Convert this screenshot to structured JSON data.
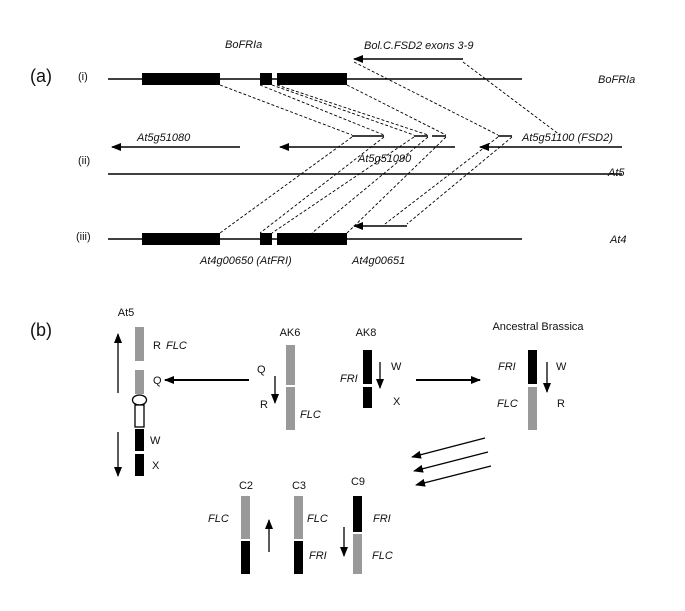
{
  "panel_a": {
    "label": "(a)",
    "row_i": "(i)",
    "row_ii": "(ii)",
    "row_iii": "(iii)",
    "gene_bofria_top": "BoFRIa",
    "gene_bol_fsd2": "Bol.C.FSD2 exons 3-9",
    "track_bofria": "BoFRIa",
    "gene_at5g51080": "At5g51080",
    "gene_at5g51100": "At5g51100 (FSD2)",
    "gene_at5g51090": "At5g51090",
    "track_at5": "At5",
    "track_at4": "At4",
    "gene_at4g00650": "At4g00650 (AtFRI)",
    "gene_at4g00651": "At4g00651"
  },
  "panel_b": {
    "label": "(b)",
    "at5": {
      "title": "At5",
      "r": "R",
      "flc": "FLC",
      "q": "Q",
      "w": "W",
      "x": "X"
    },
    "ak6": {
      "title": "AK6",
      "q": "Q",
      "r": "R",
      "flc": "FLC"
    },
    "ak8": {
      "title": "AK8",
      "fri": "FRI",
      "w": "W",
      "x": "X"
    },
    "ancestral": {
      "title": "Ancestral Brassica",
      "fri": "FRI",
      "w": "W",
      "flc": "FLC",
      "r": "R"
    },
    "c2": {
      "title": "C2",
      "flc": "FLC"
    },
    "c3": {
      "title": "C3",
      "flc": "FLC",
      "fri": "FRI"
    },
    "c9": {
      "title": "C9",
      "fri": "FRI",
      "flc": "FLC"
    }
  }
}
